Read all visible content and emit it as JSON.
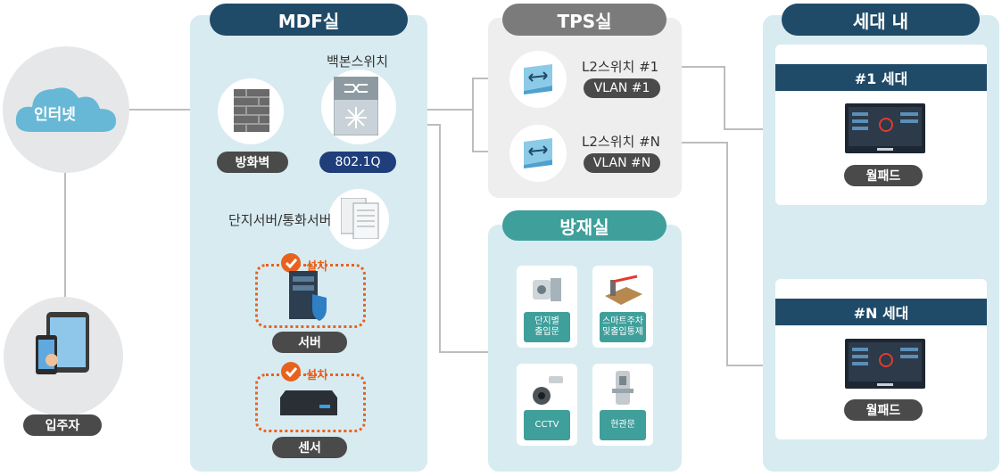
{
  "colors": {
    "panel_bg": "#d8ebf1",
    "tps_bg": "#eeeeee",
    "navy": "#1f4b68",
    "teal": "#3f9f9b",
    "gray_pill": "#7b7b7b",
    "dark_tag": "#4a4a4a",
    "blue_tag": "#1f3e7a",
    "orange": "#e8621f",
    "line": "#bdbdbd"
  },
  "left": {
    "internet": "인터넷",
    "resident": "입주자"
  },
  "mdf": {
    "title": "MDF실",
    "backbone_label": "백본스위치",
    "firewall": "방화벽",
    "protocol": "802.1Q",
    "server_label": "단지서버/통화서버",
    "install_1": "설치",
    "server": "서버",
    "install_2": "설치",
    "sensor": "센서"
  },
  "tps": {
    "title": "TPS실",
    "switch_1": "L2스위치 #1",
    "vlan_1": "VLAN #1",
    "switch_n": "L2스위치 #N",
    "vlan_n": "VLAN #N"
  },
  "disaster": {
    "title": "방재실",
    "tiles": [
      {
        "label": "단지별\n출입문"
      },
      {
        "label": "스마트주차\n및출입통제"
      },
      {
        "label": "CCTV"
      },
      {
        "label": "현관문"
      }
    ]
  },
  "household": {
    "title": "세대 내",
    "unit_1": "#1 세대",
    "wallpad_1": "월패드",
    "unit_n": "#N 세대",
    "wallpad_n": "월패드"
  }
}
